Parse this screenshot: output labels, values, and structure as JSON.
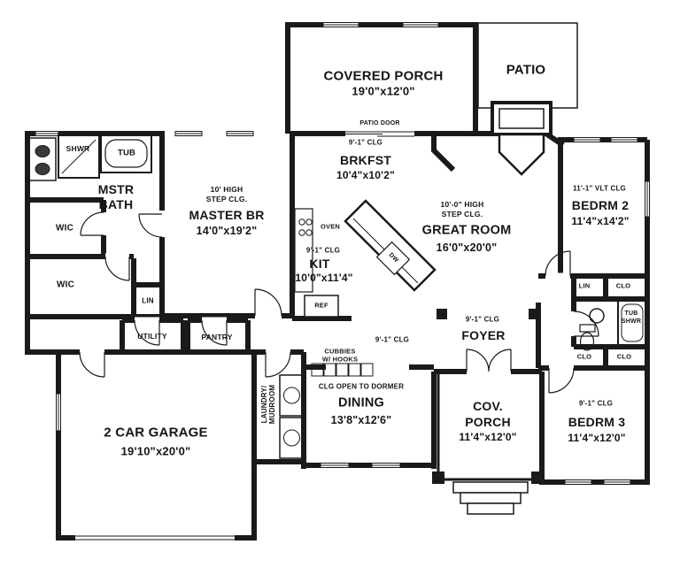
{
  "rooms": {
    "covered_porch": {
      "name": "COVERED PORCH",
      "dims": "19'0\"x12'0\""
    },
    "patio": {
      "name": "PATIO"
    },
    "brkfst": {
      "clg": "9'-1\" CLG",
      "name": "BRKFST",
      "dims": "10'4\"x10'2\""
    },
    "mstr_bath": {
      "name_line1": "MSTR",
      "name_line2": "BATH"
    },
    "wic_upper": {
      "name": "WIC"
    },
    "wic_lower": {
      "name": "WIC"
    },
    "lin_hall": {
      "name": "LIN"
    },
    "master_br": {
      "clg_line1": "10' HIGH",
      "clg_line2": "STEP CLG.",
      "name": "MASTER BR",
      "dims": "14'0\"x19'2\""
    },
    "kit": {
      "clg": "9'-1\" CLG",
      "name": "KIT",
      "dims": "10'0\"x11'4\""
    },
    "great_room": {
      "clg_line1": "10'-0\" HIGH",
      "clg_line2": "STEP CLG.",
      "name": "GREAT ROOM",
      "dims": "16'0\"x20'0\""
    },
    "bedrm2": {
      "clg": "11'-1\" VLT CLG",
      "name": "BEDRM 2",
      "dims": "11'4\"x14'2\""
    },
    "lin_right": {
      "name": "LIN"
    },
    "clo_upper": {
      "name": "CLO"
    },
    "clo_lower_left": {
      "name": "CLO"
    },
    "clo_lower_right": {
      "name": "CLO"
    },
    "foyer": {
      "clg": "9'-1\" CLG",
      "name": "FOYER"
    },
    "hall": {
      "clg": "9'-1\" CLG"
    },
    "utility": {
      "name": "UTILITY"
    },
    "pantry": {
      "name": "PANTRY"
    },
    "cubbies": {
      "line1": "CUBBIES",
      "line2": "W/ HOOKS"
    },
    "laundry": {
      "line1": "LAUNDRY/",
      "line2": "MUDROOM"
    },
    "dining": {
      "clg": "CLG OPEN TO DORMER",
      "name": "DINING",
      "dims": "13'8\"x12'6\""
    },
    "cov_porch": {
      "name_line1": "COV.",
      "name_line2": "PORCH",
      "dims": "11'4\"x12'0\""
    },
    "bedrm3": {
      "clg": "9'-1\" CLG",
      "name": "BEDRM 3",
      "dims": "11'4\"x12'0\""
    },
    "garage": {
      "name": "2 CAR GARAGE",
      "dims": "19'10\"x20'0\""
    }
  },
  "fixtures": {
    "shower": "SHWR",
    "tub": "TUB",
    "oven": "OVEN",
    "dishwasher": "DW",
    "refrigerator": "REF",
    "tub_shower_line1": "TUB",
    "tub_shower_line2": "SHWR",
    "patio_door": "PATIO DOOR"
  },
  "colors": {
    "wall": "#1a1a1a",
    "background": "#ffffff"
  }
}
